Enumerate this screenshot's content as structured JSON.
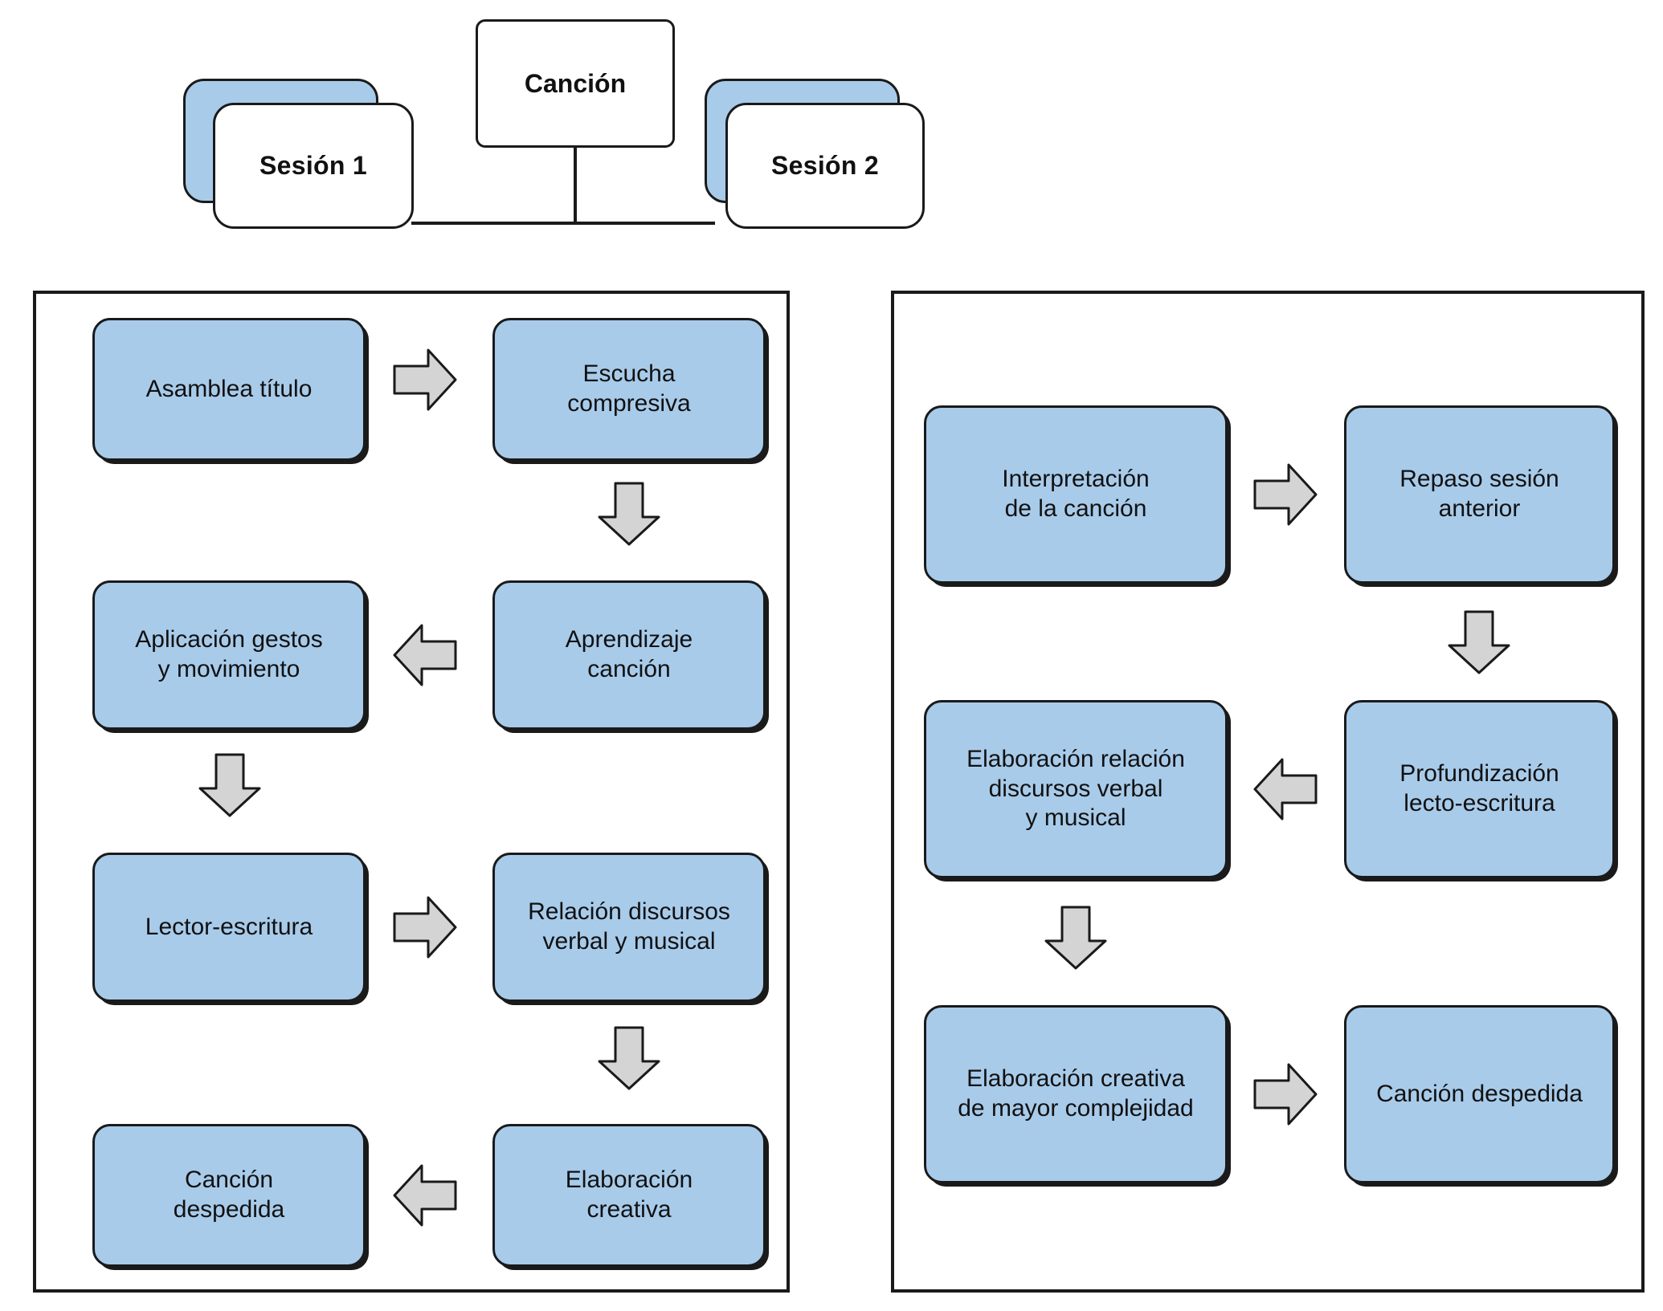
{
  "diagram": {
    "title_box": {
      "label": "Canción"
    },
    "sessions": [
      {
        "id": "sesion-1",
        "label": "Sesión 1"
      },
      {
        "id": "sesion-2",
        "label": "Sesión 2"
      }
    ],
    "colors": {
      "process_fill": "#a8cbea",
      "arrow_fill": "#d4d4d4",
      "stroke": "#1a1a1a",
      "card_fill": "#ffffff",
      "background": "#ffffff"
    },
    "session1": {
      "steps": [
        {
          "id": "asamblea-titulo",
          "label": "Asamblea título"
        },
        {
          "id": "escucha-compresiva",
          "label": "Escucha\ncompresiva"
        },
        {
          "id": "aprendizaje-cancion",
          "label": "Aprendizaje\ncanción"
        },
        {
          "id": "aplicacion-gestos",
          "label": "Aplicación gestos\ny movimiento"
        },
        {
          "id": "lector-escritura",
          "label": "Lector-escritura"
        },
        {
          "id": "relacion-discursos",
          "label": "Relación discursos\nverbal y musical"
        },
        {
          "id": "elaboracion-creativa",
          "label": "Elaboración\ncreativa"
        },
        {
          "id": "cancion-despedida-1",
          "label": "Canción\ndespedida"
        }
      ],
      "arrows": [
        {
          "id": "a1-right",
          "direction": "right"
        },
        {
          "id": "a1-down",
          "direction": "down"
        },
        {
          "id": "a1-left",
          "direction": "left"
        },
        {
          "id": "a2-down",
          "direction": "down"
        },
        {
          "id": "a2-right",
          "direction": "right"
        },
        {
          "id": "a3-down",
          "direction": "down"
        },
        {
          "id": "a2-left",
          "direction": "left"
        }
      ]
    },
    "session2": {
      "steps": [
        {
          "id": "interpretacion-cancion",
          "label": "Interpretación\nde la canción"
        },
        {
          "id": "repaso-sesion-anterior",
          "label": "Repaso sesión\nanterior"
        },
        {
          "id": "profundizacion-lecto",
          "label": "Profundización\nlecto-escritura"
        },
        {
          "id": "elaboracion-relacion",
          "label": "Elaboración relación\ndiscursos verbal\ny musical"
        },
        {
          "id": "elaboracion-compleja",
          "label": "Elaboración creativa\nde mayor complejidad"
        },
        {
          "id": "cancion-despedida-2",
          "label": "Canción despedida"
        }
      ],
      "arrows": [
        {
          "id": "b1-right",
          "direction": "right"
        },
        {
          "id": "b1-down",
          "direction": "down"
        },
        {
          "id": "b1-left",
          "direction": "left"
        },
        {
          "id": "b2-down",
          "direction": "down"
        },
        {
          "id": "b2-right",
          "direction": "right"
        }
      ]
    }
  }
}
